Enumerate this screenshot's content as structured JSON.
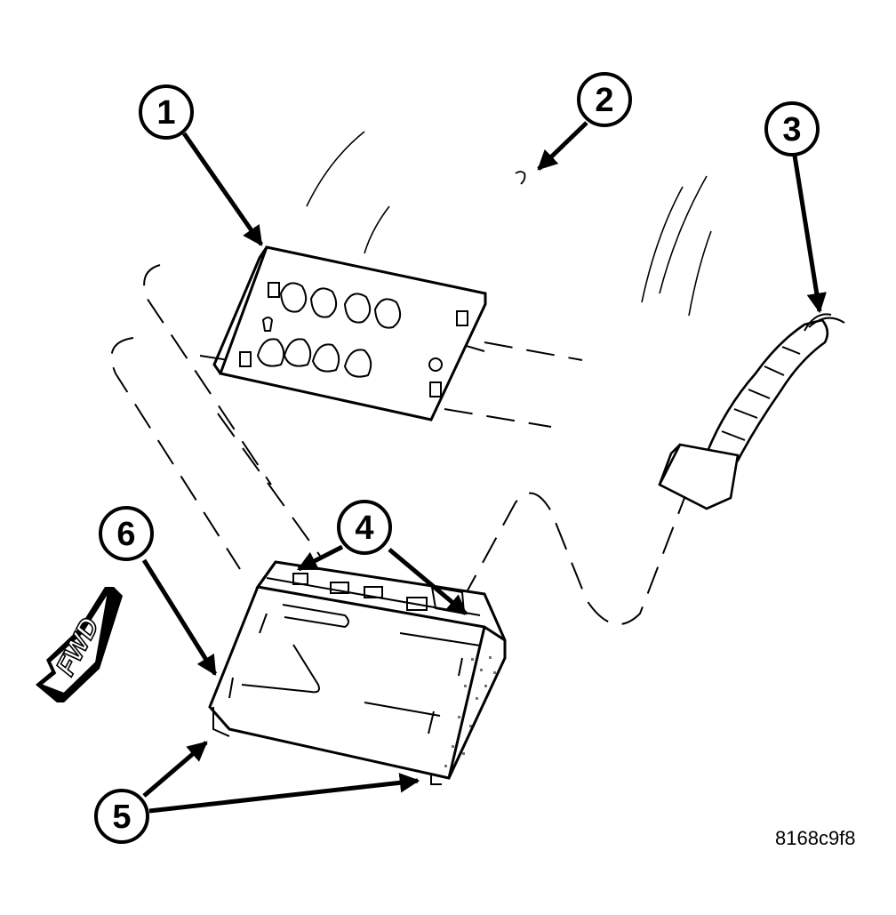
{
  "callouts": [
    {
      "id": "1",
      "label": "1"
    },
    {
      "id": "2",
      "label": "2"
    },
    {
      "id": "3",
      "label": "3"
    },
    {
      "id": "4",
      "label": "4"
    },
    {
      "id": "5",
      "label": "5"
    },
    {
      "id": "6",
      "label": "6"
    }
  ],
  "direction_label": "FWD",
  "figure_id": "8168c9f8",
  "colors": {
    "line": "#000000",
    "background": "#ffffff"
  }
}
